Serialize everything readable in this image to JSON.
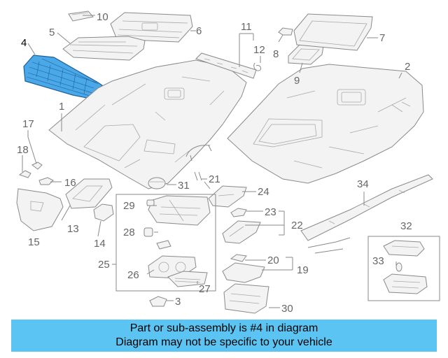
{
  "colors": {
    "highlight": "#4aa8e8",
    "banner": "#5bc4f2",
    "line": "#8a8a8a",
    "number": "#666666"
  },
  "callouts": {
    "c1": "1",
    "c2": "2",
    "c3": "3",
    "c4": "4",
    "c5": "5",
    "c6": "6",
    "c7": "7",
    "c8": "8",
    "c9": "9",
    "c10": "10",
    "c11": "11",
    "c12": "12",
    "c13": "13",
    "c14": "14",
    "c15": "15",
    "c16": "16",
    "c17": "17",
    "c18": "18",
    "c19": "19",
    "c20": "20",
    "c21": "21",
    "c22": "22",
    "c23": "23",
    "c24": "24",
    "c25": "25",
    "c26": "26",
    "c27": "27",
    "c28": "28",
    "c29": "29",
    "c30": "30",
    "c31": "31",
    "c32": "32",
    "c33": "33",
    "c34": "34"
  },
  "highlighted_part": "4",
  "banner": {
    "line1": "Part or sub-assembly is #4 in diagram",
    "line2": "Diagram may not be specific to your vehicle"
  }
}
